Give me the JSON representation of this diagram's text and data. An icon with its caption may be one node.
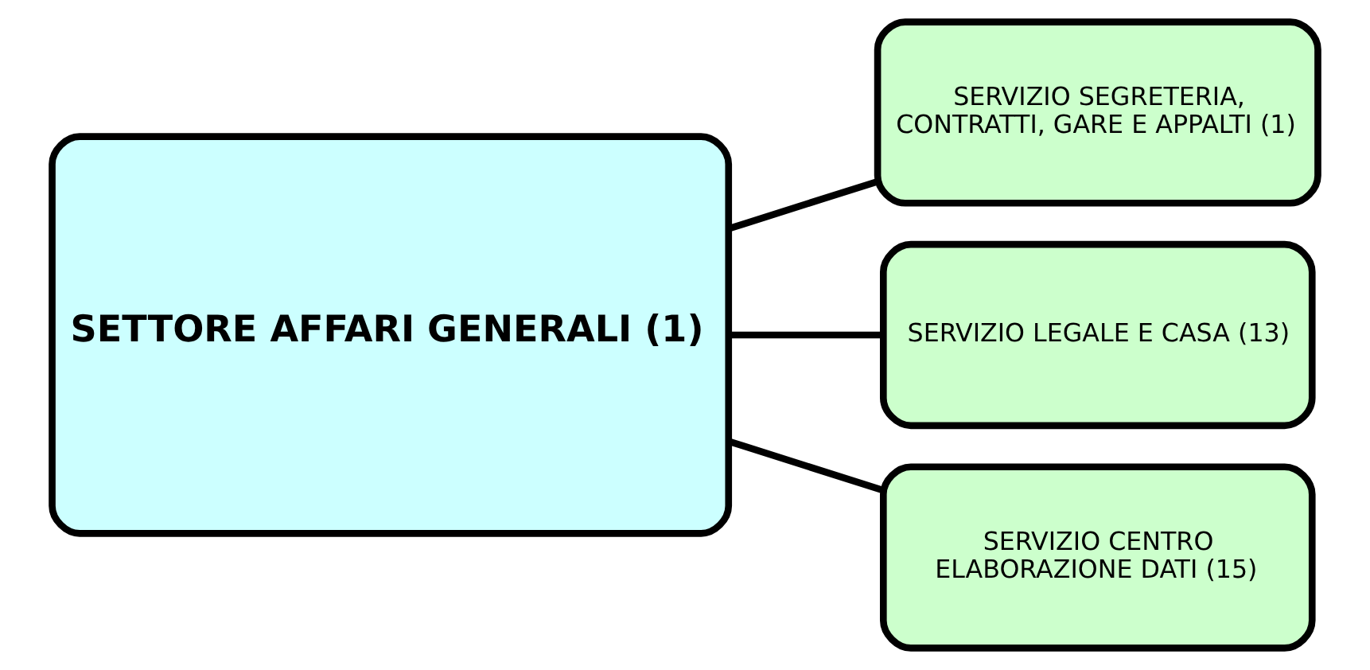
{
  "diagram": {
    "nodes": [
      {
        "text": [
          "SETTORE AFFARI GENERALI (1)"
        ]
      },
      {
        "text": [
          "SERVIZIO SEGRETERIA, CONTRATTI, GARE E APPALTI (1)"
        ]
      },
      {
        "text": [
          "SERVIZIO LEGALE E CASA (13)"
        ]
      },
      {
        "text": [
          "SERVIZIO CENTRO ELABORAZIONE DATI (15)"
        ]
      }
    ],
    "edges": [
      {
        "from": 0,
        "to": 1,
        "arrow": "none"
      },
      {
        "from": 0,
        "to": 2,
        "arrow": "none"
      },
      {
        "from": 0,
        "to": 3,
        "arrow": "none"
      }
    ]
  }
}
